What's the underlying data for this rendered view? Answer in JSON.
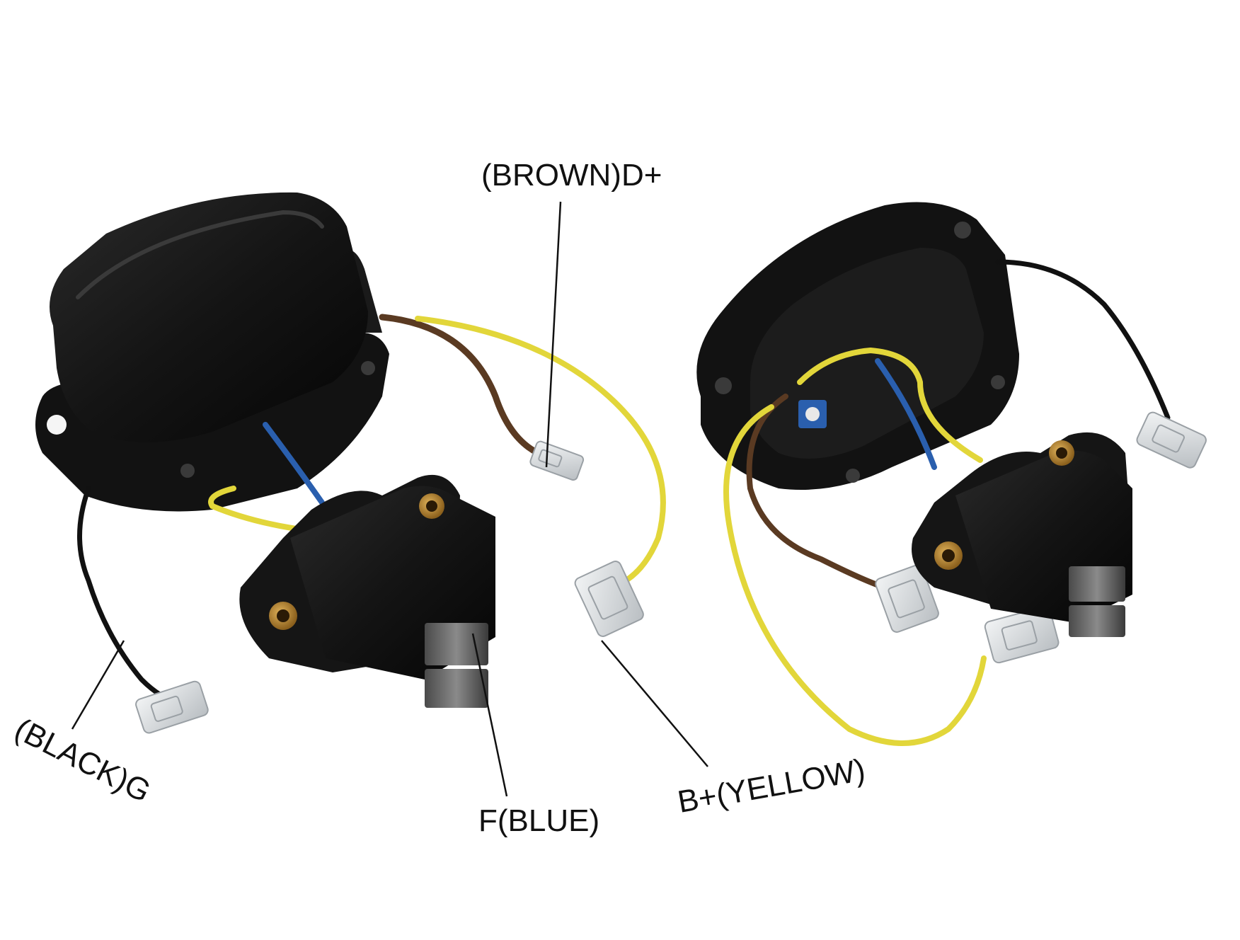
{
  "labels": {
    "d_plus": "(BROWN)D+",
    "ground": "(BLACK)G",
    "field": "F(BLUE)",
    "b_plus": "B+(YELLOW)"
  },
  "colors": {
    "background": "#ffffff",
    "housing": "#141414",
    "wire_brown": "#5a3a22",
    "wire_yellow": "#e2d63a",
    "wire_blue": "#2a5fae",
    "wire_black": "#111111",
    "brass": "#b8862f",
    "terminal": "#d9dde0",
    "leader_line": "#111111"
  }
}
